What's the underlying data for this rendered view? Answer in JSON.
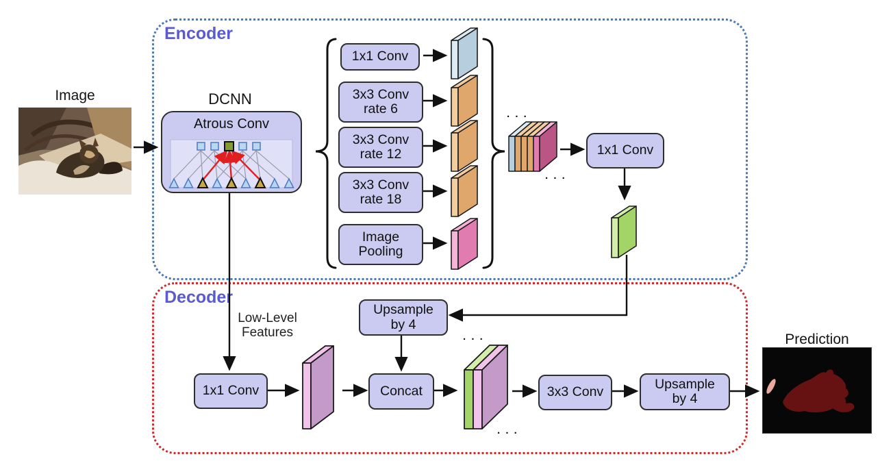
{
  "figure": {
    "input_label": "Image",
    "output_label": "Prediction",
    "dots": ". . .",
    "encoder": {
      "title": "Encoder",
      "dcnn_title": "DCNN",
      "atrous_label": "Atrous Conv",
      "aspp_branches": [
        "1x1 Conv",
        "3x3 Conv\nrate 6",
        "3x3 Conv\nrate 12",
        "3x3 Conv\nrate 18",
        "Image\nPooling"
      ],
      "projection_label": "1x1 Conv"
    },
    "decoder": {
      "title": "Decoder",
      "low_level_label": "Low-Level\nFeatures",
      "conv1x1_label": "1x1 Conv",
      "upsample_top_label": "Upsample\nby 4",
      "concat_label": "Concat",
      "conv3x3_label": "3x3 Conv",
      "upsample_final_label": "Upsample\nby 4"
    },
    "colors": {
      "box_fill": "#cbcbf1",
      "box_border": "#2e2e2e",
      "encoder_border": "#4a78b8",
      "decoder_border": "#cc2b2b",
      "section_label": "#5a5ad2",
      "arrow": "#111111",
      "slab_blue": "#b7cedf",
      "slab_blue_light": "#dcebf4",
      "slab_orange": "#dfa76c",
      "slab_orange_light": "#f2cda0",
      "slab_pink": "#e07cb0",
      "slab_pink_light": "#f6b4d6",
      "slab_magenta": "#bb5585",
      "slab_green": "#a2d468",
      "slab_green_light": "#d2eeaa",
      "slab_mauve": "#c49ac8",
      "slab_mauve_light": "#f1c3ea",
      "atrous_highlight": "#e02020",
      "prediction_fill": "#671212",
      "prediction_accent": "#e9a99f"
    }
  }
}
